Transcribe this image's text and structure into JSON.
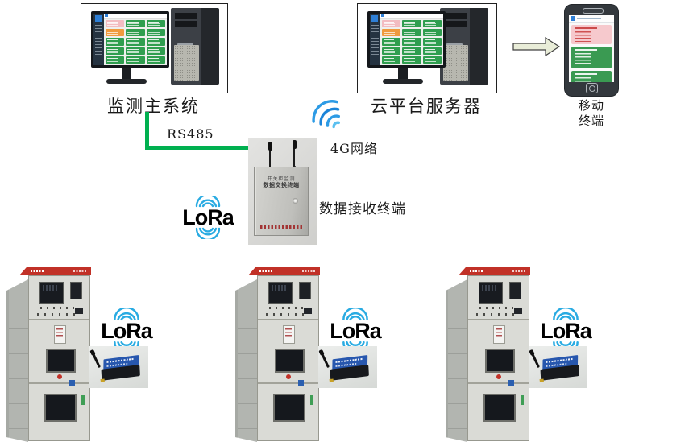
{
  "nodes": {
    "monitor_system": {
      "label": "监测主系统"
    },
    "cloud_server": {
      "label": "云平台服务器"
    },
    "mobile_terminal": {
      "label_line1": "移动",
      "label_line2": "终端"
    },
    "receiver_terminal": {
      "label": "数据接收终端",
      "device_text_line1": "开关柜监测",
      "device_text_line2": "数据交换终端"
    }
  },
  "connections": {
    "rs485": {
      "label": "RS485",
      "color": "#00b050"
    },
    "network_4g": {
      "label": "4G网络",
      "icon_color": "#2d9be5"
    }
  },
  "lora": {
    "text": "LoRa",
    "arc_color": "#29abe2",
    "text_color": "#000000"
  },
  "dashboard": {
    "tile_rows": [
      [
        "pink",
        "green",
        "green"
      ],
      [
        "orange",
        "green",
        "green"
      ],
      [
        "green",
        "green",
        "green"
      ],
      [
        "green",
        "green",
        "green"
      ],
      [
        "green",
        "green",
        "green"
      ]
    ],
    "tile_colors": {
      "green": "#2f9e4f",
      "pink": "#f3bcc1",
      "orange": "#f09a3e"
    }
  },
  "phone": {
    "cards": [
      "pink",
      "green",
      "green",
      "orange"
    ],
    "card_colors": {
      "pink": "#f6c9cd",
      "green": "#3a9a52",
      "orange": "#f0a04a"
    }
  },
  "arrow": {
    "fill": "#e9edd8",
    "stroke": "#404040"
  },
  "cabinet": {
    "count": 3,
    "top_band_color": "#c13127"
  }
}
